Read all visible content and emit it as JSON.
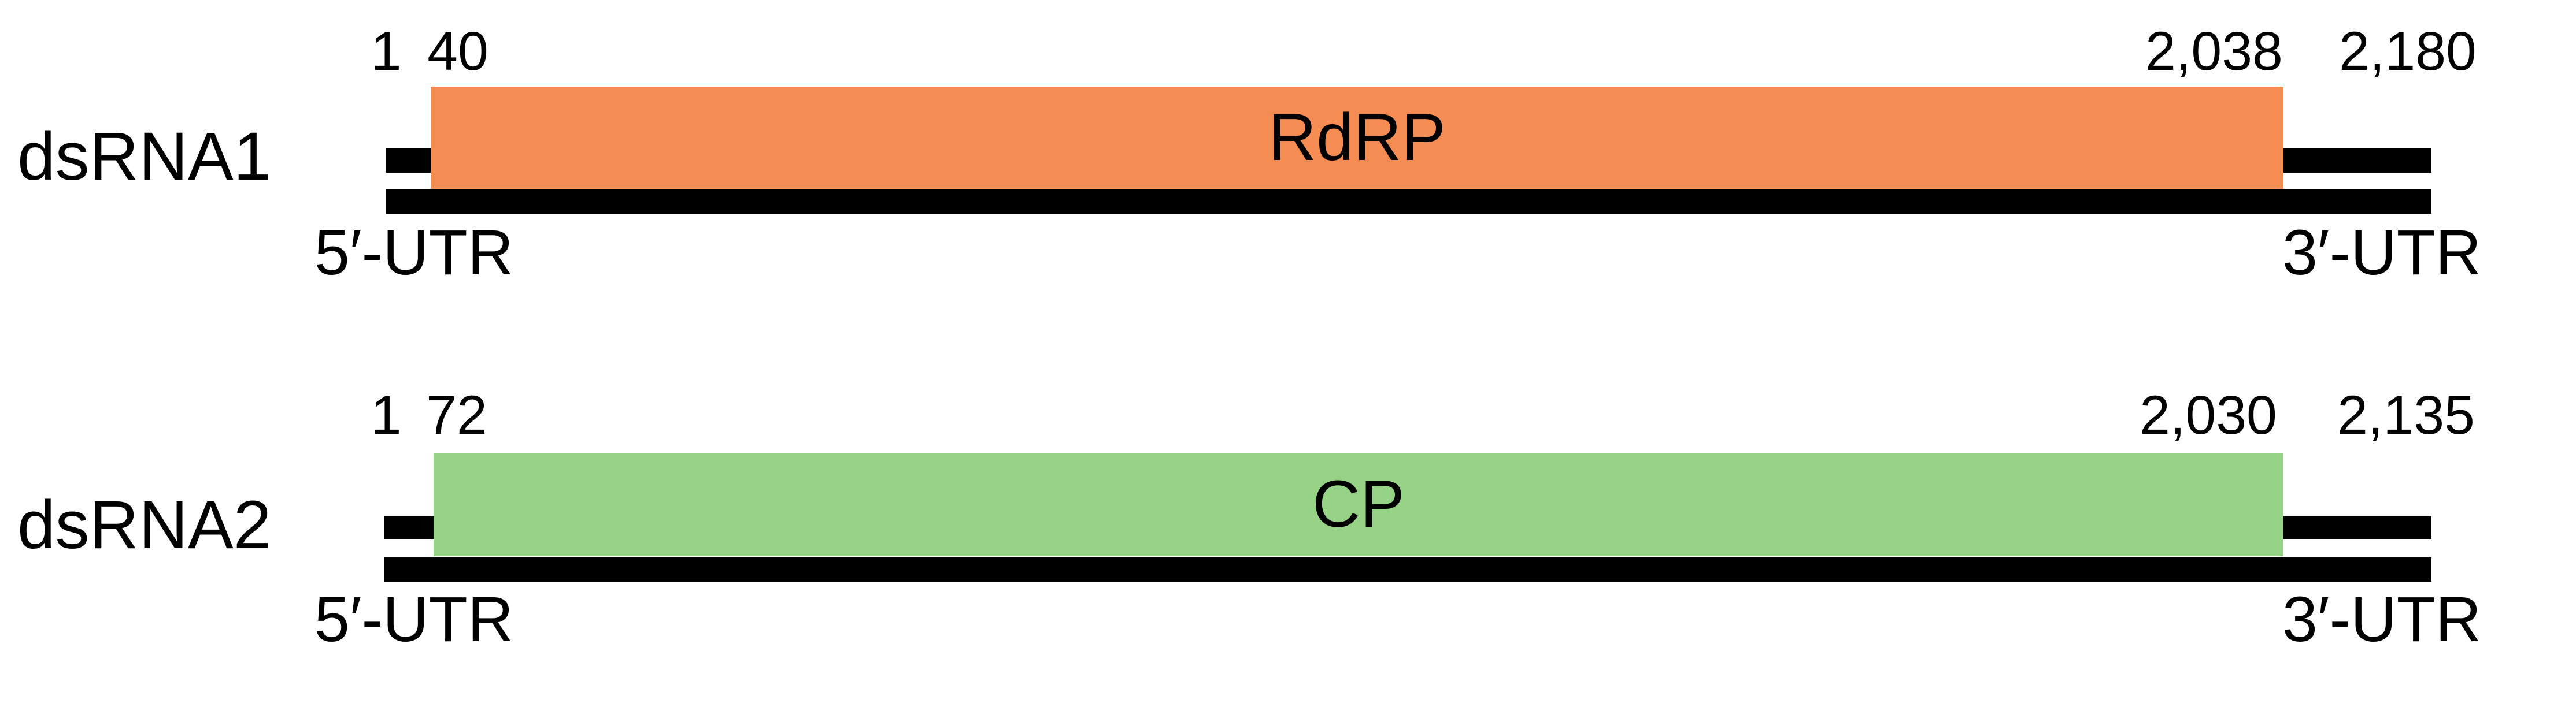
{
  "figure": {
    "description": "Genome organization diagram of two viral dsRNA segments",
    "background": "#ffffff",
    "strand_color": "#000000",
    "segments": [
      {
        "name": "dsRNA1",
        "orf": {
          "label": "RdRP",
          "color": "#f48c54"
        },
        "coords": {
          "start": "1",
          "orf_start": "40",
          "orf_end": "2,038",
          "end": "2,180"
        },
        "utr5_label": "5′-UTR",
        "utr3_label": "3′-UTR"
      },
      {
        "name": "dsRNA2",
        "orf": {
          "label": "CP",
          "color": "#97d387"
        },
        "coords": {
          "start": "1",
          "orf_start": "72",
          "orf_end": "2,030",
          "end": "2,135"
        },
        "utr5_label": "5′-UTR",
        "utr3_label": "3′-UTR"
      }
    ]
  }
}
